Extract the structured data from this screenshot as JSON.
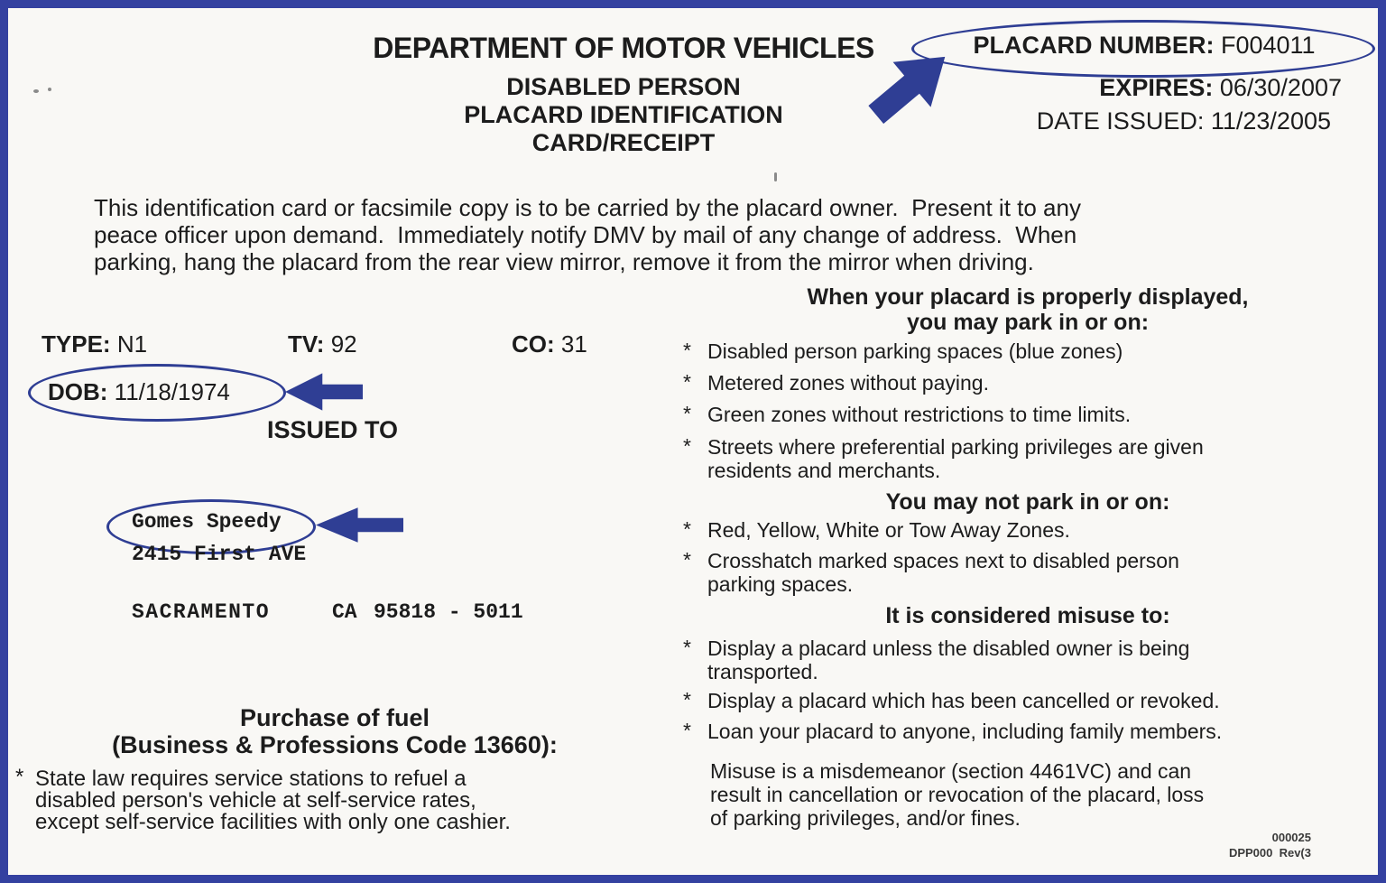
{
  "colors": {
    "annotation_blue": "#2F3E94",
    "border_blue": "#3441A0",
    "paper_white": "#F9F8F5",
    "text_ink": "#1C1C1C"
  },
  "header": {
    "agency": "DEPARTMENT OF MOTOR VEHICLES",
    "doc_title_line1": "DISABLED PERSON",
    "doc_title_line2": "PLACARD IDENTIFICATION",
    "doc_title_line3": "CARD/RECEIPT"
  },
  "placard_info": {
    "placard_number_label": "PLACARD NUMBER:",
    "placard_number": "F004011",
    "expires_label": "EXPIRES:",
    "expires": "06/30/2007",
    "date_issued_label": "DATE ISSUED:",
    "date_issued": "11/23/2005"
  },
  "intro_lines": [
    "This identification card or facsimile copy is to be carried by the placard owner.  Present it to any",
    "peace officer upon demand.  Immediately notify DMV by mail of any change of address.  When",
    "parking, hang the placard from the rear view mirror, remove it from the mirror when driving."
  ],
  "record_fields": {
    "type_label": "TYPE:",
    "type_value": "N1",
    "tv_label": "TV:",
    "tv_value": "92",
    "co_label": "CO:",
    "co_value": "31",
    "dob_label": "DOB:",
    "dob_value": "11/18/1974",
    "issued_to_label": "ISSUED TO"
  },
  "holder": {
    "name": "Gomes Speedy",
    "street": "2415 First AVE",
    "city": "SACRAMENTO",
    "state": "CA",
    "zip": "95818 - 5011"
  },
  "fuel_section": {
    "heading_line1": "Purchase of fuel",
    "heading_line2": "(Business & Professions Code 13660):",
    "bullet_marker": "*",
    "bullet_lines": [
      "State law requires service stations to refuel a",
      "disabled person's vehicle at self-service rates,",
      "except self-service facilities with only one cashier."
    ]
  },
  "may_park": {
    "heading_line1": "When your placard is properly displayed,",
    "heading_line2": "you may park in or on:",
    "bullet_marker": "*",
    "items": [
      [
        "Disabled person parking spaces (blue zones)"
      ],
      [
        "Metered zones without paying."
      ],
      [
        "Green zones without restrictions to time limits."
      ],
      [
        "Streets where preferential parking privileges are given",
        "residents and merchants."
      ]
    ]
  },
  "may_not_park": {
    "heading": "You may not park in or on:",
    "items": [
      [
        "Red, Yellow, White or Tow Away Zones."
      ],
      [
        "Crosshatch marked spaces next to disabled person",
        "parking spaces."
      ]
    ]
  },
  "misuse": {
    "heading": "It is considered misuse to:",
    "items": [
      [
        "Display a placard unless the disabled owner is being",
        "transported."
      ],
      [
        "Display a placard which has been cancelled or revoked."
      ],
      [
        "Loan your placard to anyone, including family members."
      ]
    ],
    "note_lines": [
      "Misuse is a misdemeanor (section 4461VC) and can",
      "result in cancellation or revocation of the placard, loss",
      "of parking privileges, and/or fines."
    ]
  },
  "form_footer": {
    "counter": "000025",
    "form_code": "DPP000  Rev(3"
  }
}
